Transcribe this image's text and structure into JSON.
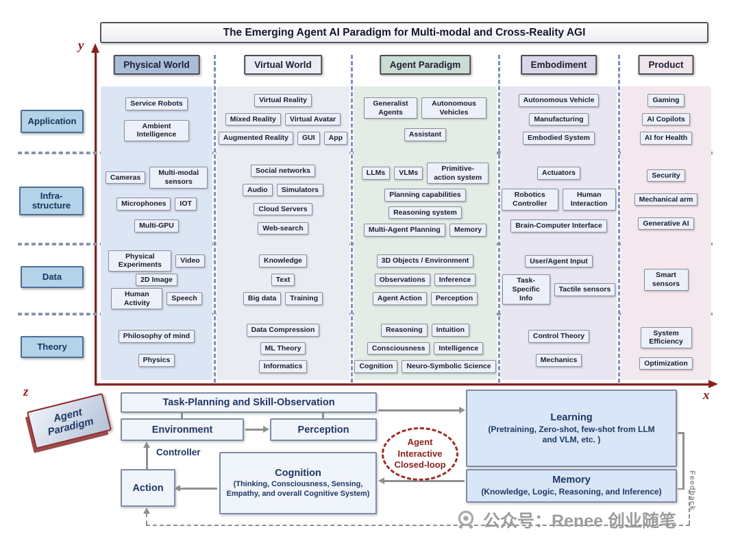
{
  "title": "The Emerging Agent AI Paradigm for Multi-modal and Cross-Reality AGI",
  "axes": {
    "x": "x",
    "y": "y",
    "z": "z"
  },
  "corner_badge": "Agent Paradigm",
  "grid": {
    "columns": [
      "Physical World",
      "Virtual World",
      "Agent Paradigm",
      "Embodiment",
      "Product"
    ],
    "rows": [
      "Application",
      "Infra-structure",
      "Data",
      "Theory"
    ],
    "cells": [
      [
        [
          [
            "Service Robots"
          ],
          [
            {
              "t": "Ambient Intelligence",
              "w": 95
            }
          ]
        ],
        [
          [
            "Virtual Reality"
          ],
          [
            "Mixed Reality",
            "Virtual Avatar"
          ],
          [
            "Augmented Reality",
            "GUI",
            "App"
          ]
        ],
        [
          [
            {
              "t": "Generalist Agents",
              "w": 78
            },
            {
              "t": "Autonomous Vehicles",
              "w": 95
            }
          ],
          [
            "Assistant"
          ]
        ],
        [
          [
            "Autonomous Vehicle"
          ],
          [
            "Manufacturing"
          ],
          [
            "Embodied System"
          ]
        ],
        [
          [
            "Gaming"
          ],
          [
            "AI Copilots"
          ],
          [
            "AI for Health"
          ]
        ]
      ],
      [
        [
          [
            "Cameras",
            {
              "t": "Multi-modal sensors",
              "w": 85
            }
          ],
          [
            "Microphones",
            "IOT"
          ],
          [
            "Multi-GPU"
          ]
        ],
        [
          [
            "Social networks"
          ],
          [
            "Audio",
            "Simulators"
          ],
          [
            "Cloud Servers"
          ],
          [
            "Web-search"
          ]
        ],
        [
          [
            "LLMs",
            "VLMs",
            {
              "t": "Primitive-action system",
              "w": 90
            }
          ],
          [
            "Planning capabilities"
          ],
          [
            "Reasoning system"
          ],
          [
            "Multi-Agent Planning",
            "Memory"
          ]
        ],
        [
          [
            "Actuators"
          ],
          [
            {
              "t": "Robotics Controller",
              "w": 85
            },
            {
              "t": "Human Interaction",
              "w": 85
            }
          ],
          [
            "Brain-Computer Interface"
          ]
        ],
        [
          [
            "Security"
          ],
          [
            "Mechanical arm"
          ],
          [
            "Generative AI"
          ]
        ]
      ],
      [
        [
          [
            {
              "t": "Physical Experiments",
              "w": 92
            },
            "Video"
          ],
          [
            "2D Image"
          ],
          [
            {
              "t": "Human Activity",
              "w": 75
            },
            "Speech"
          ]
        ],
        [
          [
            "Knowledge"
          ],
          [
            "Text"
          ],
          [
            "Big data",
            "Training"
          ]
        ],
        [
          [
            "3D Objects / Environment"
          ],
          [
            "Observations",
            "Inference"
          ],
          [
            "Agent Action",
            "Perception"
          ]
        ],
        [
          [
            "User/Agent Input"
          ],
          [
            {
              "t": "Task-Specific Info",
              "w": 70
            },
            "Tactile sensors"
          ]
        ],
        [
          [
            {
              "t": "Smart sensors",
              "w": 65
            }
          ]
        ]
      ],
      [
        [
          [
            "Philosophy of mind"
          ],
          [
            "Physics"
          ]
        ],
        [
          [
            "Data Compression"
          ],
          [
            "ML Theory"
          ],
          [
            "Informatics"
          ]
        ],
        [
          [
            "Reasoning",
            "Intuition"
          ],
          [
            "Consciousness",
            "Intelligence"
          ],
          [
            "Cognition",
            "Neuro-Symbolic Science"
          ]
        ],
        [
          [
            "Control Theory"
          ],
          [
            "Mechanics"
          ]
        ],
        [
          [
            {
              "t": "System Efficiency",
              "w": 75
            }
          ],
          [
            "Optimization"
          ]
        ]
      ]
    ]
  },
  "bottom": {
    "task_planning": "Task-Planning and Skill-Observation",
    "environment": "Environment",
    "perception": "Perception",
    "controller": "Controller",
    "action": "Action",
    "cognition_title": "Cognition",
    "cognition_sub": "(Thinking, Consciousness, Sensing, Empathy, and overall Cognitive System)",
    "closed_loop": "Agent Interactive Closed-loop",
    "learning_title": "Learning",
    "learning_sub": "(Pretraining, Zero-shot, few-shot from LLM and VLM, etc. )",
    "memory_title": "Memory",
    "memory_sub": "(Knowledge, Logic, Reasoning, and Inference)",
    "feedback": "Feedback"
  },
  "watermark": "公众号：Renee 创业随笔",
  "colors": {
    "axis": "#8a1f1f",
    "closed_loop": "#9e2a25",
    "bottom_text": "#1f3864",
    "header_bg": [
      "#a9bdd9",
      "#e9edf4",
      "#cadcd3",
      "#dcd7e8",
      "#f0e5eb"
    ],
    "column_bg": [
      "#dce5f4",
      "#e9edf3",
      "#e3ece5",
      "#e8e6f1",
      "#f3e8ed"
    ],
    "row_label_bg": "#b4d2e8",
    "box_bg": "#ecf1f9"
  }
}
